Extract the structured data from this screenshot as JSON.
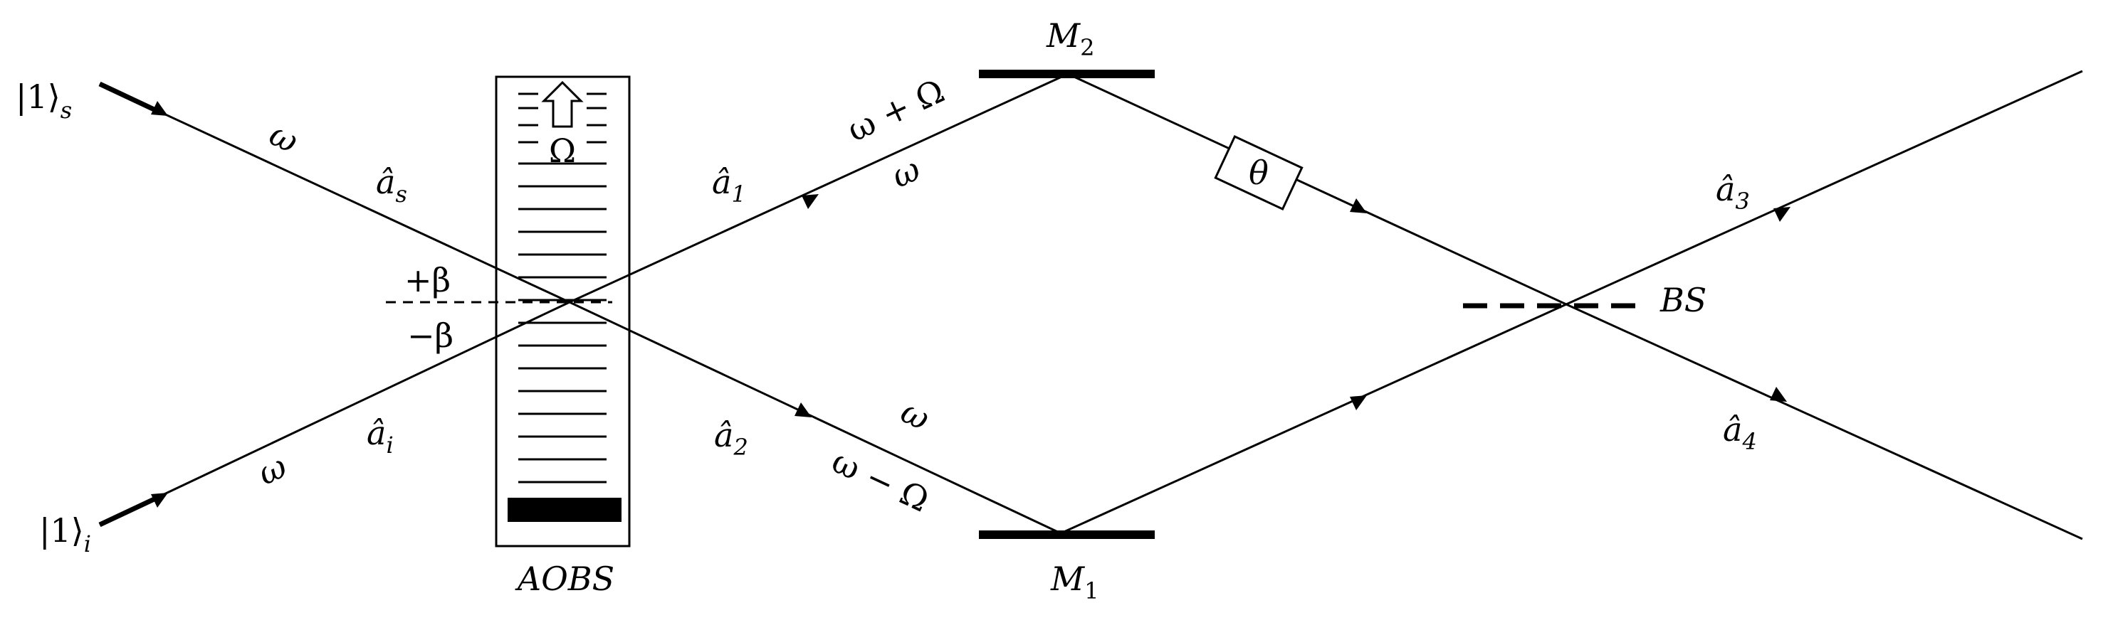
{
  "diagram": {
    "inputs": {
      "signal": "|1⟩",
      "signal_sub": "s",
      "idler": "|1⟩",
      "idler_sub": "i"
    },
    "frequencies": {
      "upper_left": "ω",
      "lower_left": "ω",
      "upper_right_shifted": "ω + Ω",
      "upper_right": "ω",
      "lower_right": "ω",
      "lower_right_shifted": "ω − Ω"
    },
    "modes": {
      "a_s": "â",
      "a_s_sub": "s",
      "a_i": "â",
      "a_i_sub": "i",
      "a_1": "â",
      "a_1_sub": "1",
      "a_2": "â",
      "a_2_sub": "2",
      "a_3": "â",
      "a_3_sub": "3",
      "a_4": "â",
      "a_4_sub": "4"
    },
    "angles": {
      "plus": "+β",
      "minus": "−β"
    },
    "aobs": {
      "label": "AOBS",
      "acoustic_freq": "Ω"
    },
    "mirrors": {
      "top": "M",
      "top_sub": "2",
      "bottom": "M",
      "bottom_sub": "1"
    },
    "phase": "θ",
    "beamsplitter": "BS",
    "colors": {
      "line": "#000000",
      "background": "#ffffff"
    }
  }
}
